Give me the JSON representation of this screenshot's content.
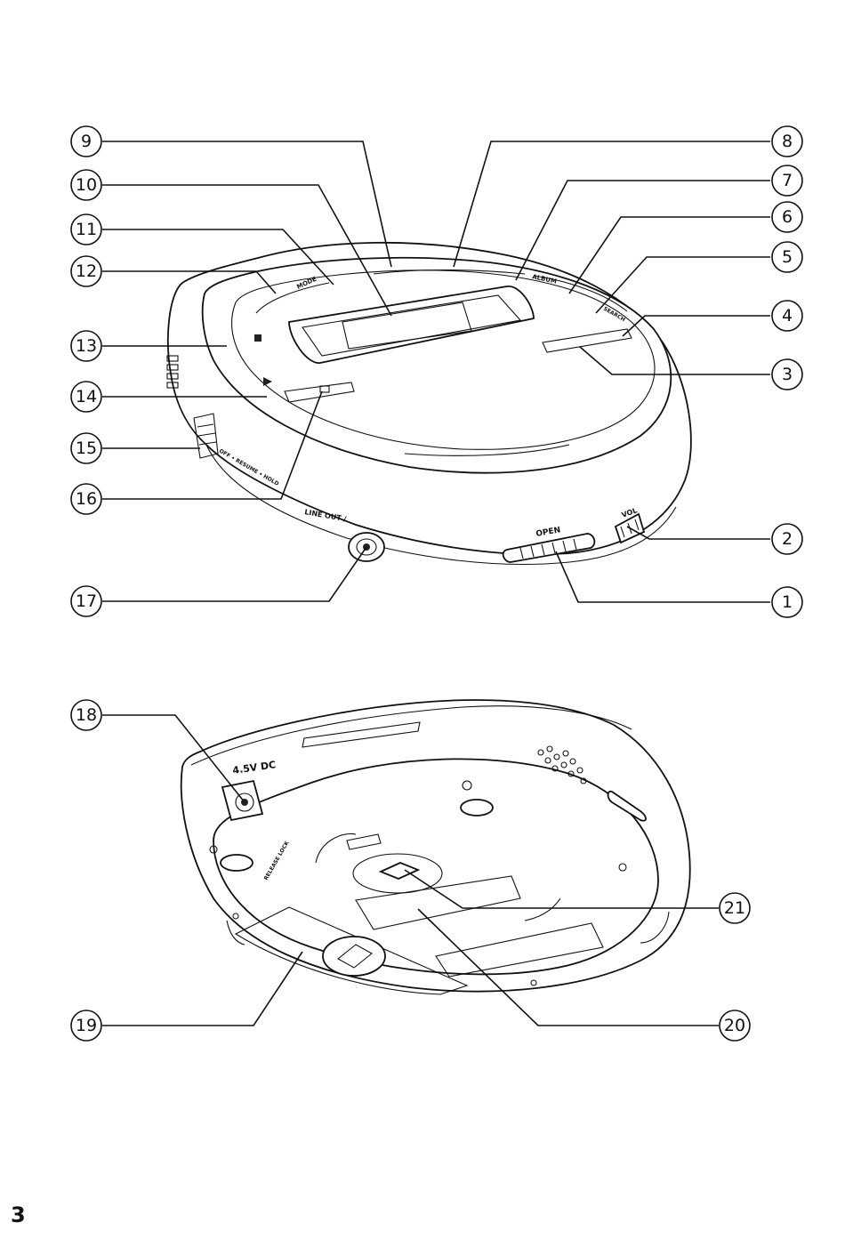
{
  "page_number": "3",
  "device_labels": {
    "line_out": "LINE OUT / ",
    "open": "OPEN",
    "vol": "VOL",
    "dc_input": "4.5V DC",
    "album": "ALBUM",
    "mode": "MODE",
    "search": "SEARCH",
    "hold_switch": "OFF • RESUME • HOLD",
    "release_lock": "RELEASE LOCK"
  },
  "callouts": [
    {
      "number": "1"
    },
    {
      "number": "2"
    },
    {
      "number": "3"
    },
    {
      "number": "4"
    },
    {
      "number": "5"
    },
    {
      "number": "6"
    },
    {
      "number": "7"
    },
    {
      "number": "8"
    },
    {
      "number": "9"
    },
    {
      "number": "10"
    },
    {
      "number": "11"
    },
    {
      "number": "12"
    },
    {
      "number": "13"
    },
    {
      "number": "14"
    },
    {
      "number": "15"
    },
    {
      "number": "16"
    },
    {
      "number": "17"
    },
    {
      "number": "18"
    },
    {
      "number": "19"
    },
    {
      "number": "20"
    },
    {
      "number": "21"
    }
  ]
}
